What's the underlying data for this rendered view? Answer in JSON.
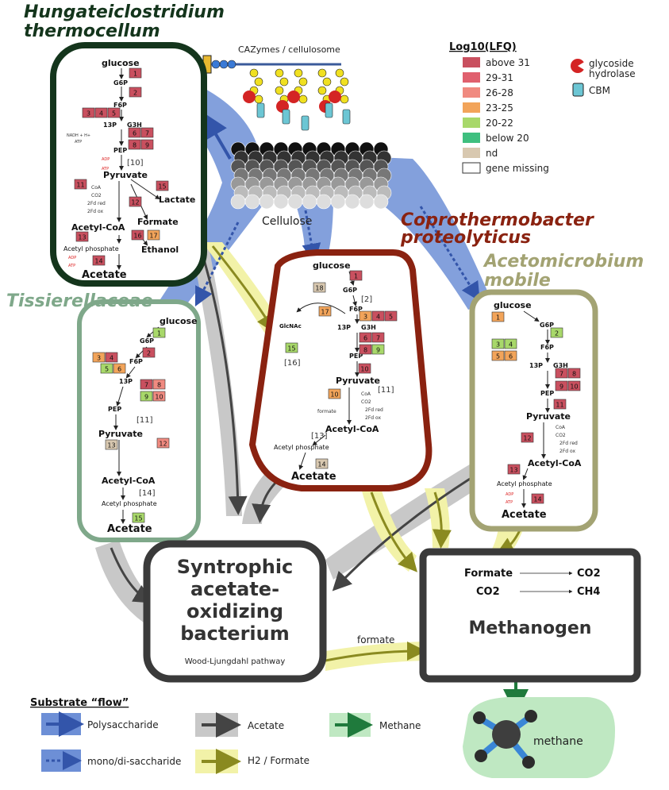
{
  "titles": {
    "hungatei_line1": "Hungateiclostridium",
    "hungatei_line2": "thermocellum",
    "tissier": "Tissierellaceae",
    "copro_line1": "Coprothermobacter",
    "copro_line2": "proteolyticus",
    "aceto_line1": "Acetomicrobium",
    "aceto_line2": "mobile",
    "syn_line1": "Syntrophic",
    "syn_line2": "acetate-",
    "syn_line3": "oxidizing",
    "syn_line4": "bacterium",
    "syn_sub": "Wood-Ljungdahl pathway",
    "methanogen": "Methanogen",
    "cazymes": "CAZymes / cellulosome",
    "cellulose": "Cellulose",
    "methane_label": "methane",
    "formate_arrow": "formate"
  },
  "legend": {
    "title": "Log10(LFQ)",
    "items": [
      {
        "label": "above 31",
        "color": "#c9505f"
      },
      {
        "label": "29-31",
        "color": "#e0606e"
      },
      {
        "label": "26-28",
        "color": "#f08a80"
      },
      {
        "label": "23-25",
        "color": "#f2a45a"
      },
      {
        "label": "20-22",
        "color": "#a8d86a"
      },
      {
        "label": "below 20",
        "color": "#3fbf7f"
      },
      {
        "label": "nd",
        "color": "#d8c8b0"
      },
      {
        "label": "gene missing",
        "color": "#ffffff"
      }
    ],
    "glycoside": [
      "glycoside",
      "hydrolase"
    ],
    "cbm": "CBM"
  },
  "flow_legend": {
    "title": "Substrate “flow”",
    "polysaccharide": "Polysaccharide",
    "monodi": "mono/di-saccharide",
    "acetate": "Acetate",
    "h2_formate": "H2 / Formate",
    "methane": "Methane"
  },
  "methanogen_reactions": {
    "r1_left": "Formate",
    "r1_right": "CO2",
    "r2_left": "CO2",
    "r2_right": "CH4"
  },
  "hungatei_path": {
    "metabolites": [
      "glucose",
      "G6P",
      "F6P",
      "13P",
      "G3H",
      "PEP",
      "Pyruvate",
      "Lactate",
      "Formate",
      "Acetyl-CoA",
      "Ethanol",
      "Acetyl phosphate",
      "Acetate"
    ],
    "small": [
      "NADH + H+",
      "ATP",
      "ADP",
      "ATP",
      "CoA",
      "CO2",
      "2Fd red",
      "2Fd ox",
      "ADP",
      "ATP"
    ],
    "enzymes": [
      "[1]",
      "[2]",
      "[3]",
      "[4]",
      "[5]",
      "[6]",
      "[7]",
      "[8]",
      "[9]",
      "[10]",
      "[11]",
      "[12]",
      "[15]",
      "[16]",
      "[17]",
      "[13]",
      "[14]"
    ]
  },
  "tissier_path": {
    "metabolites": [
      "glucose",
      "G6P",
      "F6P",
      "13P",
      "PEP",
      "Pyruvate",
      "Acetyl-CoA",
      "Acetyl phosphate",
      "Acetate"
    ],
    "enzymes": [
      "[1]",
      "[2]",
      "[3]",
      "[4]",
      "[5]",
      "[6]",
      "[7]",
      "[8]",
      "[9]",
      "[10]",
      "[11]",
      "[12]",
      "[13]",
      "[14]",
      "[15]"
    ]
  },
  "copro_path": {
    "metabolites": [
      "glucose",
      "G6P",
      "F6P",
      "13P",
      "G3H",
      "GlcNAc",
      "PEP",
      "Pyruvate",
      "Acetyl-CoA",
      "Acetyl phosphate",
      "Acetate"
    ],
    "enzymes": [
      "[1]",
      "[2]",
      "[18]",
      "[17]",
      "[3]",
      "[4]",
      "[5]",
      "[6]",
      "[7]",
      "[8]",
      "[9]",
      "[15]",
      "[16]",
      "[10]",
      "[10]",
      "[11]",
      "[13]",
      "[14]"
    ]
  },
  "aceto_path": {
    "metabolites": [
      "glucose",
      "G6P",
      "F6P",
      "13P",
      "G3H",
      "PEP",
      "Pyruvate",
      "Acetyl-CoA",
      "Acetyl phosphate",
      "Acetate"
    ],
    "enzymes": [
      "[1]",
      "[2]",
      "[3]",
      "[4]",
      "[5]",
      "[6]",
      "[7]",
      "[8]",
      "[9]",
      "[10]",
      "[11]",
      "[12]",
      "[13]",
      "[14]"
    ]
  },
  "colors": {
    "hungatei": "#14351c",
    "tissier": "#7fa88a",
    "copro": "#8a2210",
    "aceto": "#a3a373",
    "poly_flow": "#6d8fd6",
    "acetate_flow": "#c8c8c8",
    "h2_flow": "#f2f2a8",
    "methane_green": "#1f7a3c"
  }
}
